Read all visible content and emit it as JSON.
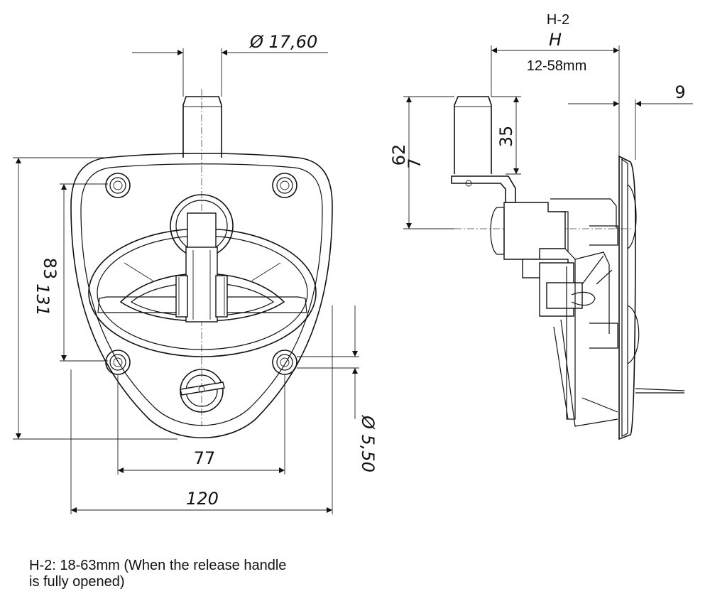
{
  "front_view": {
    "dia_top": "Ø 17,60",
    "dim_131": "131",
    "dim_83": "83",
    "dim_77": "77",
    "dim_120": "120",
    "dia_hole": "Ø 5,50"
  },
  "side_view": {
    "label_h2": "H-2",
    "label_h": "H",
    "dim_range": "12-58mm",
    "dim_9": "9",
    "dim_62": "62",
    "dim_7": "7",
    "dim_35": "35"
  },
  "note": {
    "line1": "H-2: 18-63mm (When the release handle",
    "line2": "is fully opened)"
  }
}
